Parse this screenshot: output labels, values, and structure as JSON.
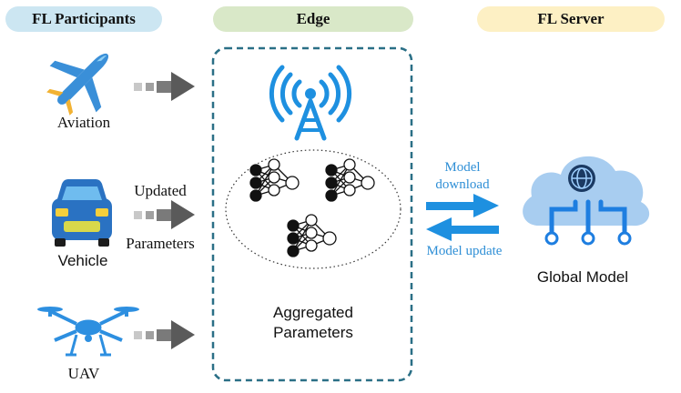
{
  "headers": {
    "participants": "FL Participants",
    "edge": "Edge",
    "server": "FL Server"
  },
  "participants": {
    "aviation": "Aviation",
    "vehicle": "Vehicle",
    "uav": "UAV",
    "updated": "Updated",
    "parameters": "Parameters"
  },
  "edge": {
    "aggregated_line1": "Aggregated",
    "aggregated_line2": "Parameters"
  },
  "links": {
    "model_download_line1": "Model",
    "model_download_line2": "download",
    "model_update": "Model update"
  },
  "server": {
    "global_model": "Global Model"
  },
  "colors": {
    "participants_pill": "#cce6f2",
    "edge_pill": "#d9e8c8",
    "server_pill": "#fdf0c4",
    "accent_blue": "#1e90e0",
    "dashed_border": "#2a6f86",
    "gray_arrow": "#5a5a5a"
  }
}
